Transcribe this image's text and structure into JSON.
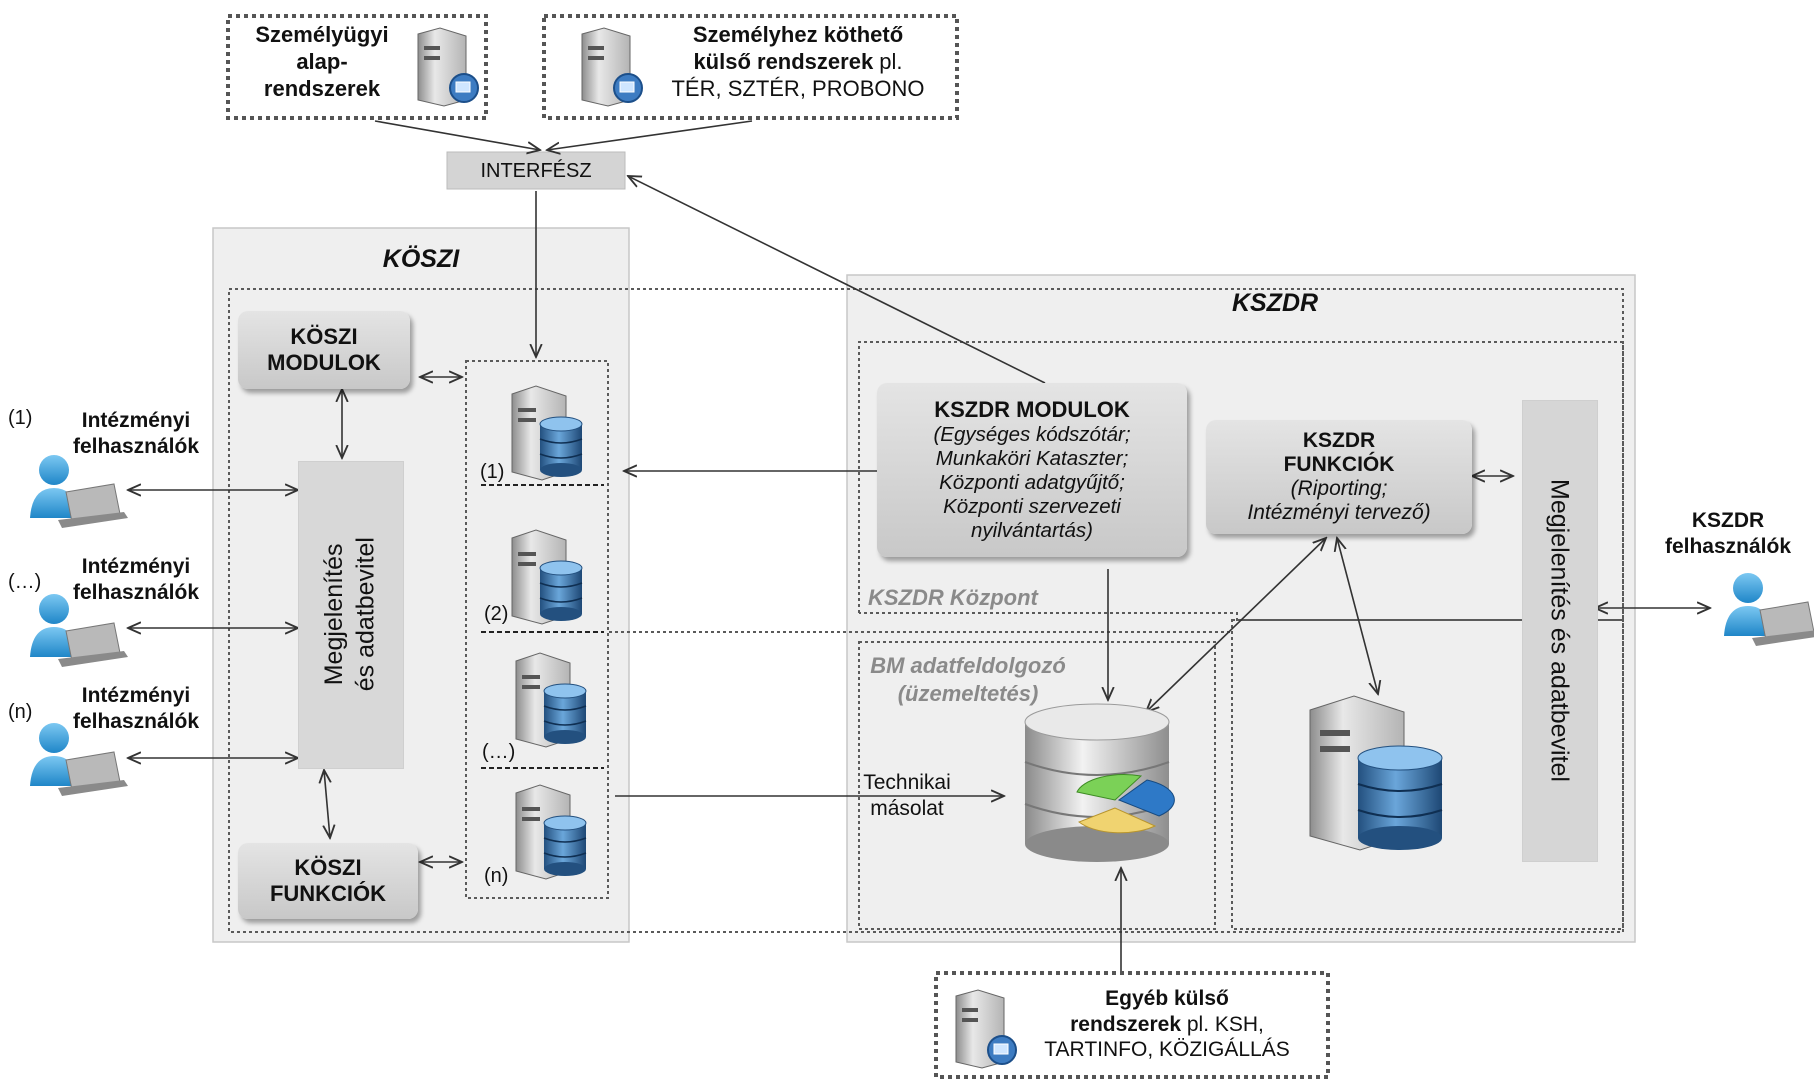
{
  "external_top": {
    "left": {
      "lines": [
        "Személyügyi",
        "alap-",
        "rendszerek"
      ]
    },
    "right": {
      "bold_lines": [
        "Személyhez köthető",
        "külső rendszerek"
      ],
      "suffix": " pl.",
      "line3": "TÉR, SZTÉR, PROBONO"
    }
  },
  "interface": {
    "label": "INTERFÉSZ"
  },
  "koszi": {
    "title": "KÖSZI",
    "modules": {
      "line1": "KÖSZI",
      "line2": "MODULOK"
    },
    "functions": {
      "line1": "KÖSZI",
      "line2": "FUNKCIÓK"
    },
    "display": {
      "line1": "Megjelenítés",
      "line2": "és adatbevitel"
    },
    "db_labels": [
      "(1)",
      "(2)",
      "(…)",
      "(n)"
    ],
    "users": [
      {
        "index": "(1)",
        "line1": "Intézményi",
        "line2": "felhasználók"
      },
      {
        "index": "(…)",
        "line1": "Intézményi",
        "line2": "felhasználók"
      },
      {
        "index": "(n)",
        "line1": "Intézményi",
        "line2": "felhasználók"
      }
    ]
  },
  "kszdr": {
    "title": "KSZDR",
    "modules": {
      "title": "KSZDR MODULOK",
      "lines": [
        "(Egységes kódszótár;",
        "Munkaköri Kataszter;",
        "Központi adatgyűjtő;",
        "Központi szervezeti",
        "nyilvántartás)"
      ]
    },
    "functions": {
      "line1": "KSZDR",
      "line2": "FUNKCIÓK",
      "line3": "(Riporting;",
      "line4": "Intézményi tervező)"
    },
    "center_label": "KSZDR Központ",
    "bm": {
      "line1": "BM adatfeldolgozó",
      "line2": "(üzemeltetés)"
    },
    "display": "Megjelenítés és adatbevitel",
    "users": {
      "line1": "KSZDR",
      "line2": "felhasználók"
    }
  },
  "tech_copy": {
    "line1": "Technikai",
    "line2": "másolat"
  },
  "external_bottom": {
    "bold1": "Egyéb külső",
    "bold2": "rendszerek",
    "suffix": " pl. KSH,",
    "line3": "TARTINFO, KÖZIGÁLLÁS"
  }
}
